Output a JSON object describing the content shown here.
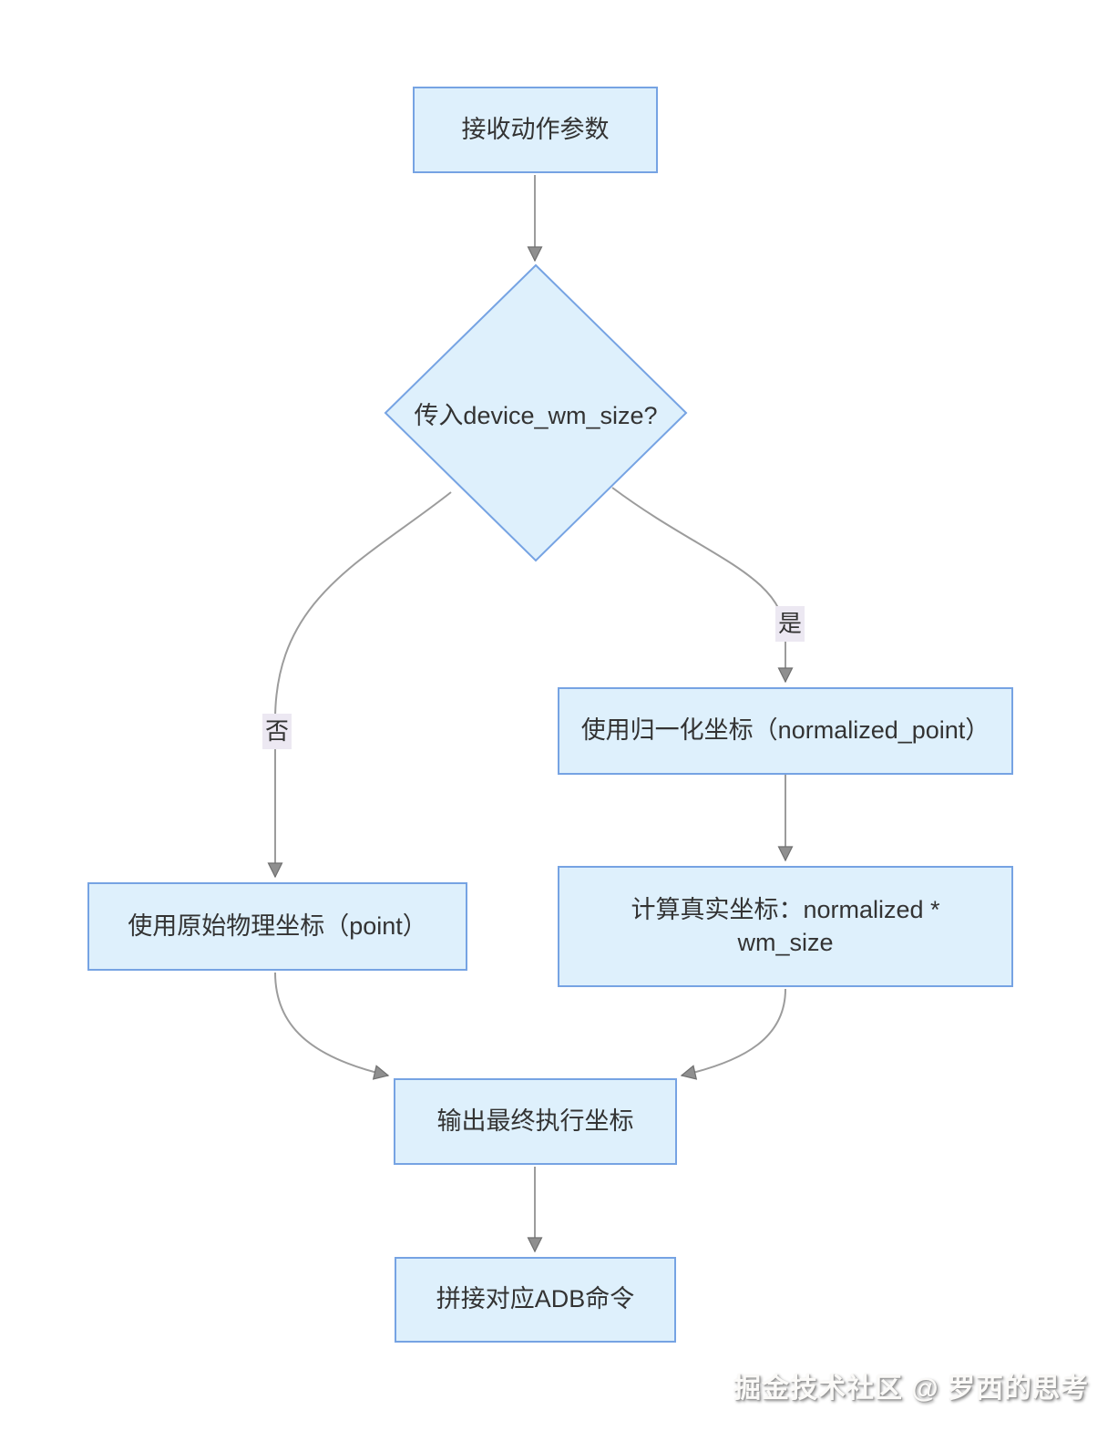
{
  "diagram": {
    "nodes": {
      "start": {
        "label": "接收动作参数"
      },
      "decision": {
        "label": "传入device_wm_size?"
      },
      "normalized": {
        "label": "使用归一化坐标（normalized_point）"
      },
      "compute": {
        "lines": [
          "计算真实坐标：normalized *",
          "wm_size"
        ]
      },
      "physical": {
        "label": "使用原始物理坐标（point）"
      },
      "output": {
        "label": "输出最终执行坐标"
      },
      "adb": {
        "label": "拼接对应ADB命令"
      }
    },
    "edge_labels": {
      "yes": "是",
      "no": "否"
    },
    "colors": {
      "node_fill": "#def0fc",
      "node_border": "#76a3e3",
      "edge": "#9c9c9c",
      "arrowhead": "#8f8f8f",
      "text": "#333333",
      "edge_label_bg": "#ece8f2",
      "background": "#ffffff"
    }
  },
  "watermark": {
    "text": "掘金技术社区 @ 罗西的思考"
  }
}
